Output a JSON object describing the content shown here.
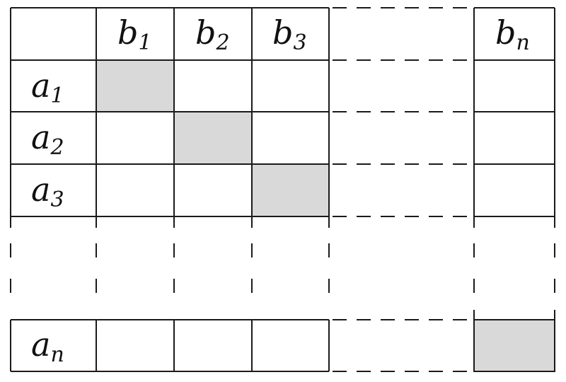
{
  "diagram": {
    "column_headers": [
      {
        "base": "b",
        "sub": "1"
      },
      {
        "base": "b",
        "sub": "2"
      },
      {
        "base": "b",
        "sub": "3"
      },
      {
        "base": "b",
        "sub": "n"
      }
    ],
    "row_headers": [
      {
        "base": "a",
        "sub": "1"
      },
      {
        "base": "a",
        "sub": "2"
      },
      {
        "base": "a",
        "sub": "3"
      },
      {
        "base": "a",
        "sub": "n"
      }
    ],
    "highlighted_cells": [
      {
        "row": 0,
        "col": 0
      },
      {
        "row": 1,
        "col": 1
      },
      {
        "row": 2,
        "col": 2
      },
      {
        "row": 3,
        "col": 3
      }
    ],
    "colors": {
      "shade": "#d9d9d9",
      "line": "#1a1a1a"
    }
  }
}
